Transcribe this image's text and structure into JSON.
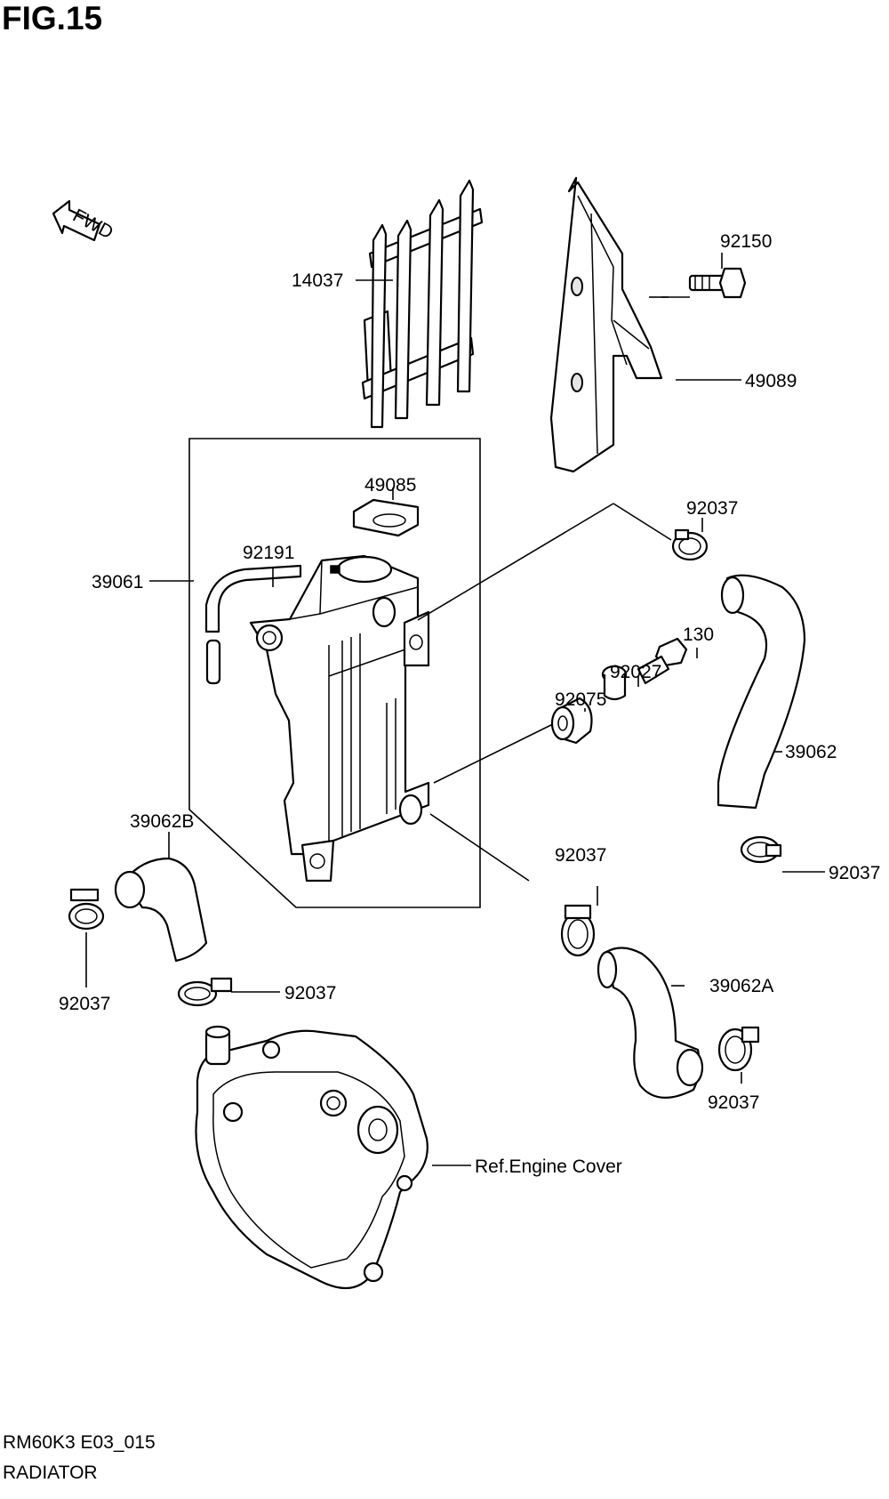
{
  "figure": {
    "title": "FIG.15",
    "direction_label": "FWD",
    "footer_code": "RM60K3 E03_015",
    "footer_name": "RADIATOR"
  },
  "parts": {
    "p14037": "14037",
    "p92150": "92150",
    "p49089": "49089",
    "p49085": "49085",
    "p92037_top": "92037",
    "p92191": "92191",
    "p39061": "39061",
    "p130": "130",
    "p92027": "92027",
    "p92075": "92075",
    "p39062": "39062",
    "p39062B": "39062B",
    "p92037_mid": "92037",
    "p92037_right": "92037",
    "p92037_left": "92037",
    "p92037_lower": "92037",
    "p39062A": "39062A",
    "p92037_bottom": "92037",
    "ref_engine_cover": "Ref.Engine Cover"
  }
}
